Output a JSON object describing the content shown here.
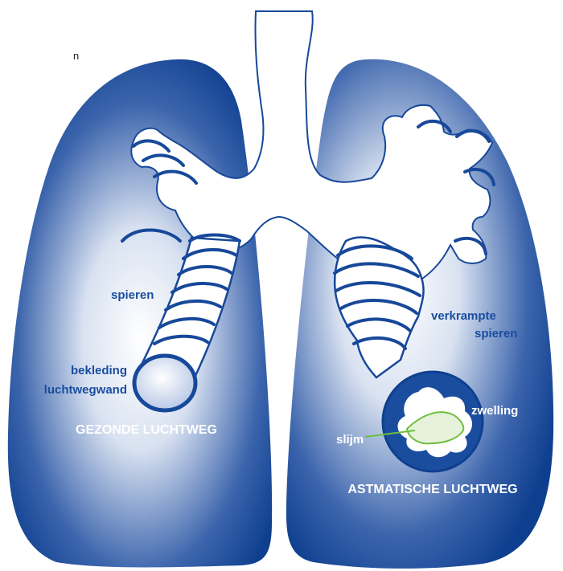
{
  "stray_glyph": "n",
  "colors": {
    "lung_dark": "#0e3f8f",
    "lung_light": "#ffffff",
    "muscle": "#17489a",
    "mucus": "#6fbf3c",
    "label_blue": "#1a4d9e"
  },
  "labels": {
    "muscles": "spieren",
    "lining_line1": "bekleding",
    "lining_line2": "luchtwegwand",
    "healthy": "GEZONDE LUCHTWEG",
    "cramped_line1": "verkrampte",
    "cramped_line2": "spieren",
    "swelling": "zwelling",
    "mucus": "slijm",
    "asthmatic": "ASTMATISCHE LUCHTWEG"
  }
}
